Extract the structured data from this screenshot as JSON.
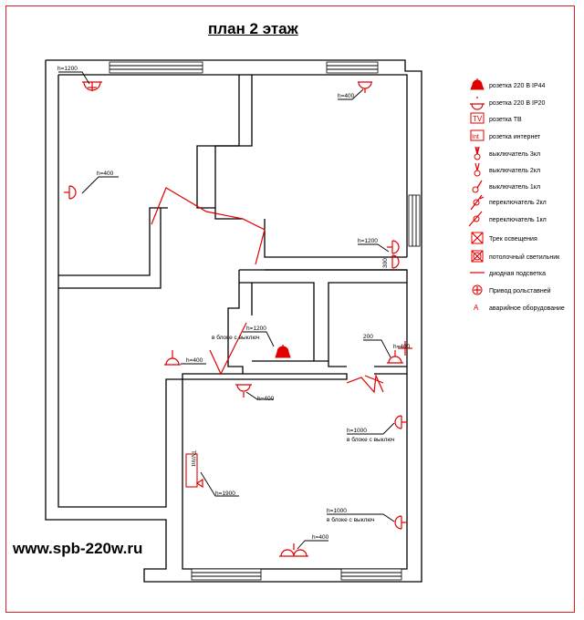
{
  "title": "план 2 этаж",
  "website": "www.spb-220w.ru",
  "colors": {
    "wiring": "#e00000",
    "walls": "#000000",
    "frame": "#e02020"
  },
  "legend": [
    {
      "icon": "socket-ip44-icon",
      "label": "розетка 220 В IP44"
    },
    {
      "icon": "socket-ip20-icon",
      "label": "розетка 220 В IP20"
    },
    {
      "icon": "tv-socket-icon",
      "label": "розетка ТВ",
      "glyph": "TV"
    },
    {
      "icon": "internet-socket-icon",
      "label": "розетка интернет",
      "glyph": "Int"
    },
    {
      "icon": "switch-3-gang-icon",
      "label": "выключатель 3кл"
    },
    {
      "icon": "switch-2-gang-icon",
      "label": "выключатель 2кл"
    },
    {
      "icon": "switch-1-gang-icon",
      "label": "выключатель 1кл"
    },
    {
      "icon": "changeover-2-gang-icon",
      "label": "переключатель 2кл"
    },
    {
      "icon": "changeover-1-gang-icon",
      "label": "переключатель 1кл"
    },
    {
      "icon": "track-light-icon",
      "label": "Трек освещения"
    },
    {
      "icon": "ceiling-light-icon",
      "label": "потолочный светильник"
    },
    {
      "icon": "diode-strip-icon",
      "label": "диодная подсветка"
    },
    {
      "icon": "curtain-drive-icon",
      "label": "Привод рольставней"
    },
    {
      "icon": "emergency-equipment-icon",
      "label": "аварийное оборудование",
      "glyph": "A"
    }
  ],
  "annotations": [
    {
      "id": "a1",
      "text": "h=1200"
    },
    {
      "id": "a2",
      "text": "h=400"
    },
    {
      "id": "a3",
      "text": "h=400"
    },
    {
      "id": "a4",
      "text": "h=1200"
    },
    {
      "id": "a5",
      "text": "300"
    },
    {
      "id": "a6",
      "text": "h=1200"
    },
    {
      "id": "a7",
      "text": "в блоке с выключ"
    },
    {
      "id": "a8",
      "text": "h=400"
    },
    {
      "id": "a9",
      "text": "200"
    },
    {
      "id": "a10",
      "text": "h=400"
    },
    {
      "id": "a11",
      "text": "h=400"
    },
    {
      "id": "a12",
      "text": "h=1000"
    },
    {
      "id": "a13",
      "text": "в блоке с выключ"
    },
    {
      "id": "a14",
      "text": "TV/Int"
    },
    {
      "id": "a15",
      "text": "h=1900"
    },
    {
      "id": "a16",
      "text": "h=1000"
    },
    {
      "id": "a17",
      "text": "в блоке с выключ"
    },
    {
      "id": "a18",
      "text": "h=400"
    }
  ]
}
